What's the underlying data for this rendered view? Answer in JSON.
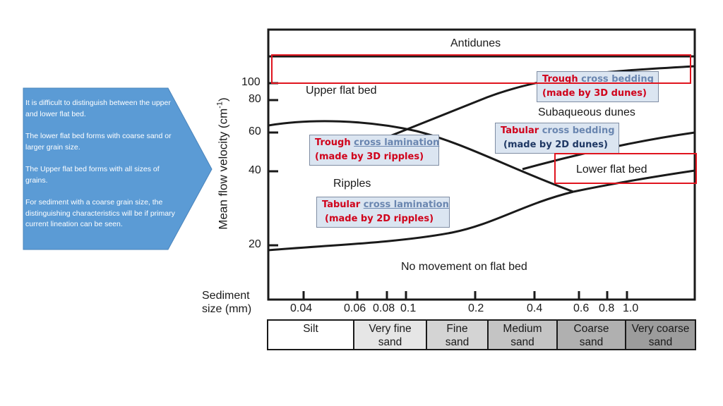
{
  "callout": {
    "paragraphs": [
      "It is difficult to distinguish between the upper and lower flat bed.",
      "The lower flat bed forms with coarse sand or larger grain size.",
      "The Upper flat bed forms with all sizes of grains.",
      "For sediment with a coarse grain size, the distinguishing characteristics will be if primary current lineation can be seen."
    ],
    "fill": "#5b9bd5"
  },
  "diagram": {
    "y_axis": {
      "label": "Mean flow velocity (cm",
      "label_sup": "-1",
      "label_close": ")",
      "ticks": [
        "100",
        "80",
        "60",
        "40",
        "20"
      ]
    },
    "x_axis": {
      "label_line1": "Sediment",
      "label_line2": "size (mm)",
      "ticks": [
        "0.04",
        "0.06",
        "0.08",
        "0.1",
        "0.2",
        "0.4",
        "0.6",
        "0.8",
        "1.0"
      ]
    },
    "regions": {
      "antidunes": "Antidunes",
      "upper_flat_bed": "Upper flat bed",
      "subaqueous_dunes": "Subaqueous dunes",
      "lower_flat_bed": "Lower flat bed",
      "ripples": "Ripples",
      "no_movement": "No movement on flat bed"
    },
    "annotations": {
      "trough_bedding": {
        "word": "Trough",
        "term": "cross bedding",
        "note": "(made by 3D dunes)"
      },
      "tabular_bedding": {
        "word": "Tabular",
        "term": "cross bedding",
        "note": "(made by 2D dunes)"
      },
      "trough_lamination": {
        "word": "Trough",
        "term": "cross lamination",
        "note": "(made by 3D ripples)"
      },
      "tabular_lamination": {
        "word": "Tabular",
        "term": "cross lamination",
        "note": "(made by 2D ripples)"
      }
    },
    "grain_classes": [
      {
        "line1": "Silt",
        "line2": "",
        "shade": "#ffffff"
      },
      {
        "line1": "Very fine",
        "line2": "sand",
        "shade": "#e6e6e6"
      },
      {
        "line1": "Fine",
        "line2": "sand",
        "shade": "#d4d4d4"
      },
      {
        "line1": "Medium",
        "line2": "sand",
        "shade": "#c4c4c4"
      },
      {
        "line1": "Coarse",
        "line2": "sand",
        "shade": "#b0b0b0"
      },
      {
        "line1": "Very coarse",
        "line2": "sand",
        "shade": "#9c9c9c"
      }
    ],
    "colors": {
      "highlight": "#e0141e",
      "annotation_fill": "#dbe5f1",
      "accent_red": "#d0021b"
    }
  }
}
